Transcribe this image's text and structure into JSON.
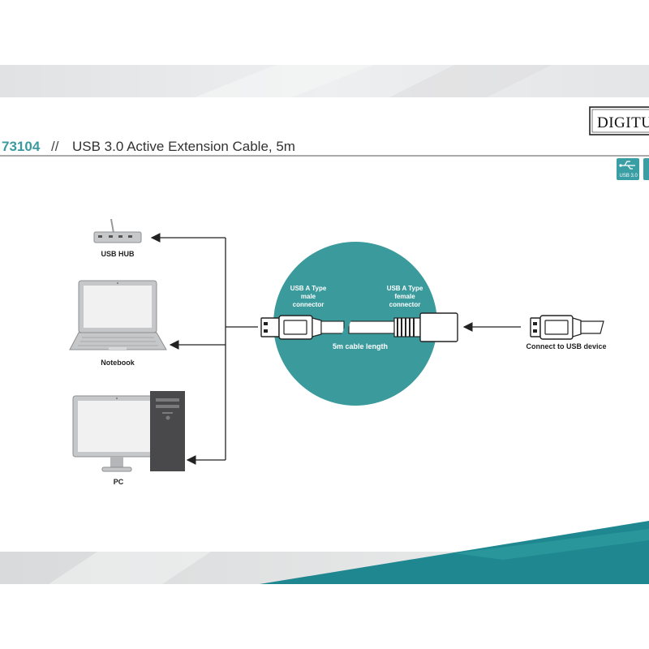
{
  "header": {
    "product_code": "73104",
    "separator": "//",
    "product_title": "USB 3.0 Active Extension Cable, 5m",
    "brand": "DIGITU",
    "badge_label": "USB 3.0"
  },
  "diagram": {
    "devices": {
      "hub": "USB HUB",
      "notebook": "Notebook",
      "pc": "PC"
    },
    "cable": {
      "male_label": [
        "USB A Type",
        "male",
        "connector"
      ],
      "female_label": [
        "USB A Type",
        "female",
        "connector"
      ],
      "length_label": "5m cable length"
    },
    "device_connect_label": "Connect to USB device"
  },
  "colors": {
    "accent_teal": "#2f8f93",
    "circle_teal": "#3a9a9c",
    "code_teal": "#3b9aa0",
    "footer_teal": "#1f8790",
    "band_gray": "#e6e7e8"
  }
}
